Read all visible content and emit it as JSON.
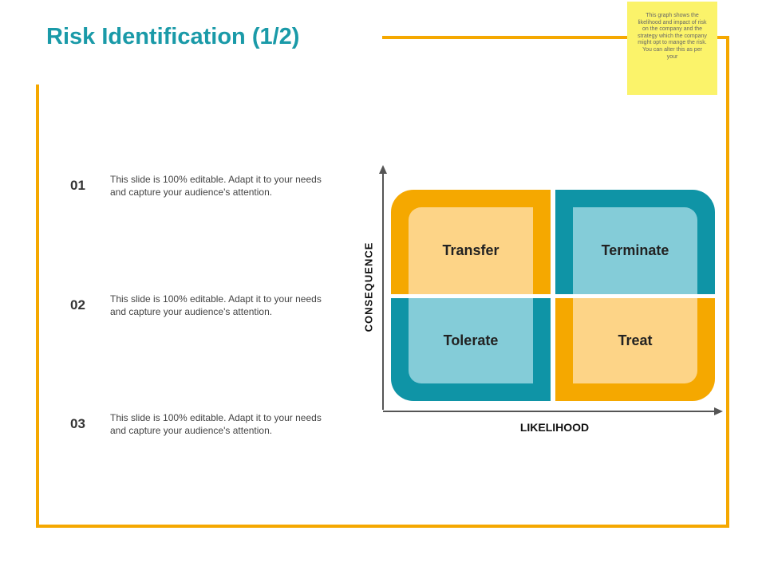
{
  "slide": {
    "title": "Risk Identification (1/2)",
    "note": "This graph shows the likelihood and impact of risk on the company and the strategy which the company might opt to mange the risk. You can alter this as per your"
  },
  "items": [
    {
      "number": "01",
      "text": "This slide is 100% editable. Adapt it to your needs and capture your audience's attention."
    },
    {
      "number": "02",
      "text": "This slide is 100% editable. Adapt it to your needs and capture your audience's attention."
    },
    {
      "number": "03",
      "text": "This slide is 100% editable. Adapt it to your needs and capture your audience's attention."
    }
  ],
  "matrix": {
    "y_axis_label": "CONSEQUENCE",
    "x_axis_label": "LIKELIHOOD",
    "quadrants": {
      "top_left": "Transfer",
      "top_right": "Terminate",
      "bottom_left": "Tolerate",
      "bottom_right": "Treat"
    }
  },
  "colors": {
    "title": "#1a9aa8",
    "orange": "#f5a800",
    "teal": "#0f94a6",
    "light_orange": "#fdd487",
    "light_teal": "#84ccd8",
    "sticky_note": "#fbf36a"
  }
}
